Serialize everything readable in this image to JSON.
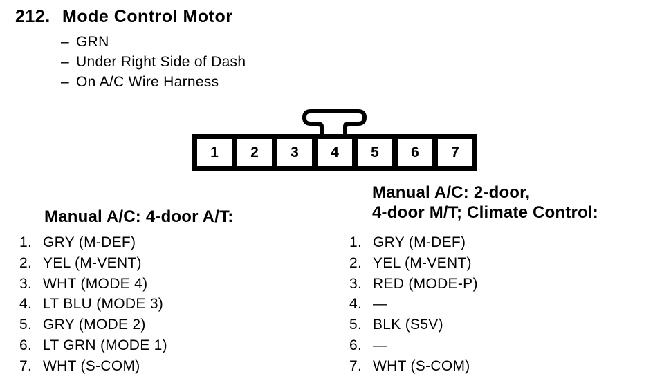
{
  "colors": {
    "ink": "#000000",
    "paper": "#ffffff"
  },
  "header": {
    "number": "212.",
    "title": "Mode Control Motor",
    "bullets": [
      {
        "dash": "–",
        "text": "GRN"
      },
      {
        "dash": "–",
        "text": "Under Right Side of Dash"
      },
      {
        "dash": "–",
        "text": "On A/C Wire Harness"
      }
    ]
  },
  "connector": {
    "pins": [
      "1",
      "2",
      "3",
      "4",
      "5",
      "6",
      "7"
    ]
  },
  "columns": [
    {
      "heading_lines": [
        "Manual A/C: 4-door A/T:"
      ],
      "items": [
        {
          "num": "1.",
          "label": "GRY (M-DEF)"
        },
        {
          "num": "2.",
          "label": "YEL (M-VENT)"
        },
        {
          "num": "3.",
          "label": "WHT (MODE 4)"
        },
        {
          "num": "4.",
          "label": "LT BLU (MODE 3)"
        },
        {
          "num": "5.",
          "label": "GRY (MODE 2)"
        },
        {
          "num": "6.",
          "label": "LT GRN (MODE 1)"
        },
        {
          "num": "7.",
          "label": "WHT (S-COM)"
        }
      ]
    },
    {
      "heading_lines": [
        "Manual A/C: 2-door,",
        "4-door M/T; Climate Control:"
      ],
      "items": [
        {
          "num": "1.",
          "label": "GRY (M-DEF)"
        },
        {
          "num": "2.",
          "label": "YEL (M-VENT)"
        },
        {
          "num": "3.",
          "label": "RED (MODE-P)"
        },
        {
          "num": "4.",
          "label": "—"
        },
        {
          "num": "5.",
          "label": "BLK (S5V)"
        },
        {
          "num": "6.",
          "label": "—"
        },
        {
          "num": "7.",
          "label": "WHT (S-COM)"
        }
      ]
    }
  ]
}
